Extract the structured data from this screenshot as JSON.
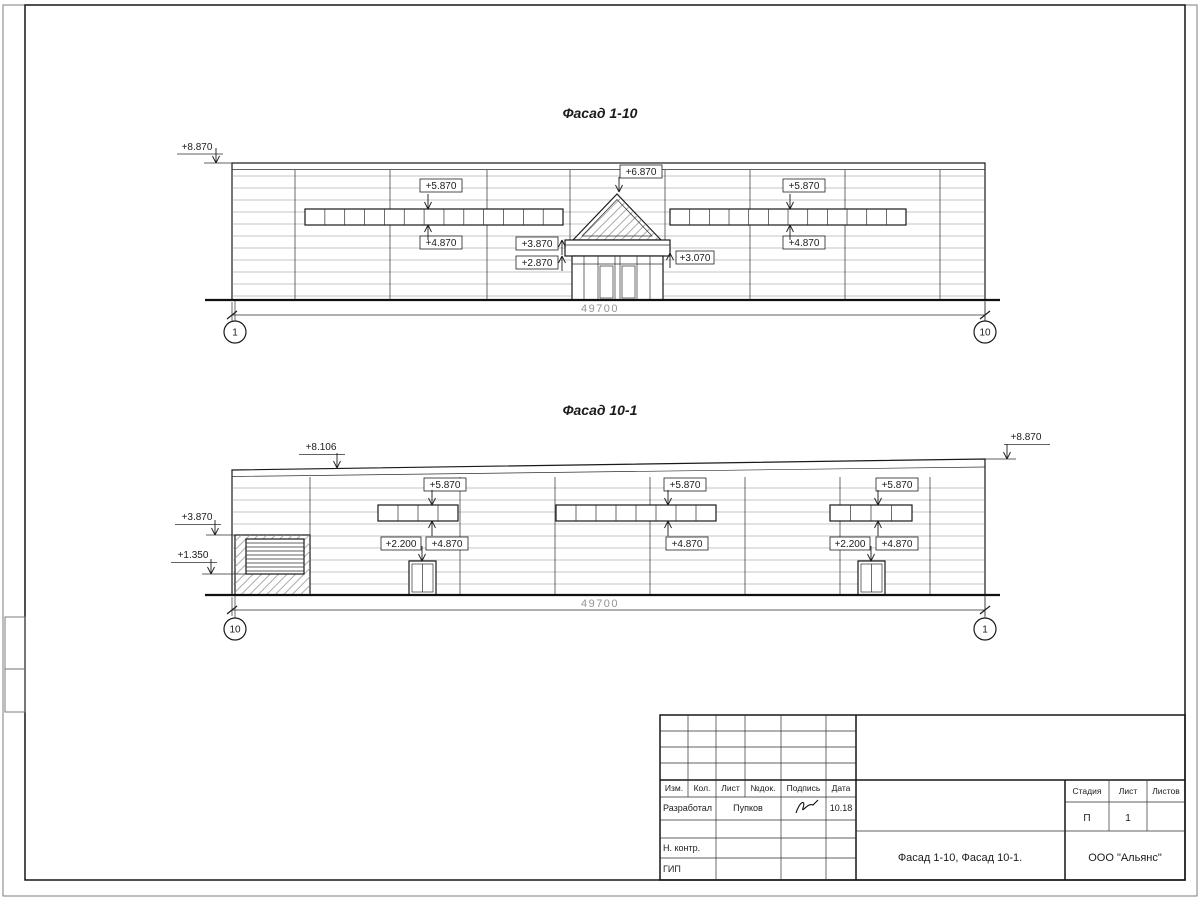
{
  "sheet": {
    "facade1_title": "Фасад 1-10",
    "facade2_title": "Фасад 10-1"
  },
  "facade1": {
    "dim": "49700",
    "axis_left": "1",
    "axis_right": "10",
    "marks": {
      "top_left": "+8.870",
      "win_left_top": "+5.870",
      "win_left_bottom": "+4.870",
      "apex": "+6.870",
      "canopy_top": "+3.870",
      "canopy_bottom": "+2.870",
      "entry_top": "+3.070",
      "win_right_top": "+5.870",
      "win_right_bottom": "+4.870"
    }
  },
  "facade2": {
    "dim": "49700",
    "axis_left": "10",
    "axis_right": "1",
    "marks": {
      "top_left": "+8.106",
      "top_right": "+8.870",
      "louver_top": "+3.870",
      "louver_bottom": "+1.350",
      "win_a_top": "+5.870",
      "win_a_bottom": "+4.870",
      "door_a": "+2.200",
      "win_b_top": "+5.870",
      "win_b_bottom": "+4.870",
      "win_c_top": "+5.870",
      "win_c_bottom": "+4.870",
      "door_c": "+2.200"
    }
  },
  "titleblock": {
    "col_izm": "Изм.",
    "col_kol": "Кол.",
    "col_list": "Лист",
    "col_doc": "№док.",
    "col_sign": "Подпись",
    "col_date": "Дата",
    "row_developed": "Разработал",
    "developed_name": "Пупков",
    "developed_date": "10.18",
    "row_ncontr": "Н. контр.",
    "row_gip": "ГИП",
    "doc_title": "Фасад 1-10, Фасад 10-1.",
    "company": "ООО \"Альянс\"",
    "stage_label": "Стадия",
    "sheet_label": "Лист",
    "sheets_label": "Листов",
    "stage_value": "П",
    "sheet_value": "1"
  }
}
